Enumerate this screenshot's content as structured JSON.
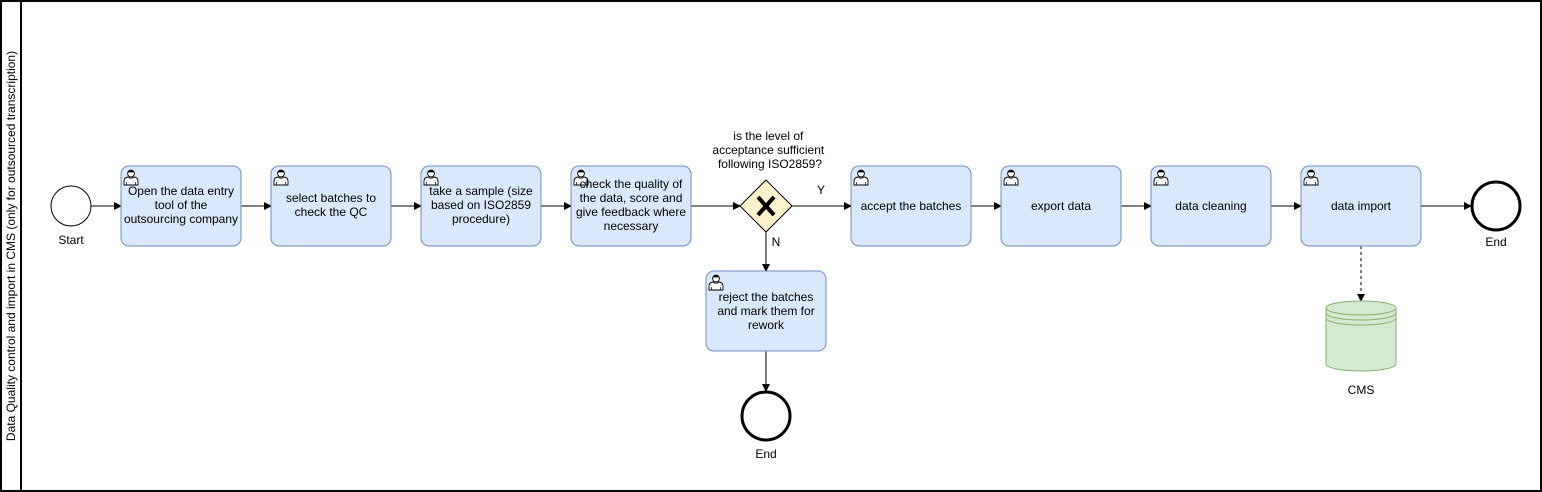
{
  "pool": {
    "label": "Data Quality control and import in CMS (only for outsourced transcription)"
  },
  "events": {
    "start": {
      "label": "Start"
    },
    "end_main": {
      "label": "End"
    },
    "end_reject": {
      "label": "End"
    }
  },
  "tasks": [
    {
      "id": "open-tool",
      "lines": [
        "Open the data entry",
        "tool of the",
        "outsourcing company"
      ]
    },
    {
      "id": "select-batches",
      "lines": [
        "select batches to",
        "check the QC"
      ]
    },
    {
      "id": "take-sample",
      "lines": [
        "take a sample (size",
        "based on ISO2859",
        "procedure)"
      ]
    },
    {
      "id": "check-quality",
      "lines": [
        "check the quality of",
        "the data, score and",
        "give feedback where",
        "necessary"
      ]
    },
    {
      "id": "accept-batches",
      "lines": [
        "accept the batches"
      ]
    },
    {
      "id": "export-data",
      "lines": [
        "export data"
      ]
    },
    {
      "id": "data-cleaning",
      "lines": [
        "data cleaning"
      ]
    },
    {
      "id": "data-import",
      "lines": [
        "data import"
      ]
    },
    {
      "id": "reject-batches",
      "lines": [
        "reject the batches",
        "and mark them for",
        "rework"
      ]
    }
  ],
  "gateway": {
    "question_lines": [
      "is the level of",
      "acceptance sufficient",
      "following ISO2859?"
    ],
    "yes_label": "Y",
    "no_label": "N"
  },
  "datastore": {
    "label": "CMS"
  },
  "colors": {
    "task_fill": "#dae8fc",
    "task_stroke": "#6c8ebf",
    "gateway_fill": "#fff2cc",
    "datastore_fill": "#d5e8d4",
    "datastore_stroke": "#82b366"
  },
  "icons": {
    "task_type": "user-icon",
    "gateway_type": "exclusive-x-icon"
  }
}
